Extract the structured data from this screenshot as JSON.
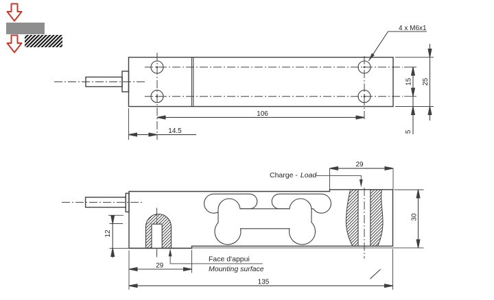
{
  "page": {
    "title": "Load cell technical drawing",
    "background": "#ffffff"
  },
  "colors": {
    "line": "#3f3f3f",
    "text": "#1f1f1f",
    "accent_red": "#c23b2c",
    "block_gray": "#8e8e8e",
    "hatch": "#1a1a1a"
  },
  "load_icon": {
    "name": "load-direction-icon",
    "parts": [
      "down-arrow",
      "gray-block",
      "down-arrow",
      "hatched-ground"
    ]
  },
  "top_view": {
    "name": "top-view",
    "thread_callout": "4 x M6x1",
    "dims": {
      "hole_span": "106",
      "hole_offset": "14.5",
      "hole_pitch": "15",
      "body_width": "25",
      "edge_offset": "5"
    }
  },
  "side_view": {
    "name": "side-view",
    "labels": {
      "charge_fr": "Charge -",
      "charge_en": "Load",
      "mount_fr": "Face d'appui",
      "mount_en": "Mounting surface"
    },
    "dims": {
      "load_offset": "29",
      "total_height": "30",
      "total_length": "135",
      "foot_width": "29",
      "hole_depth": "12"
    }
  }
}
